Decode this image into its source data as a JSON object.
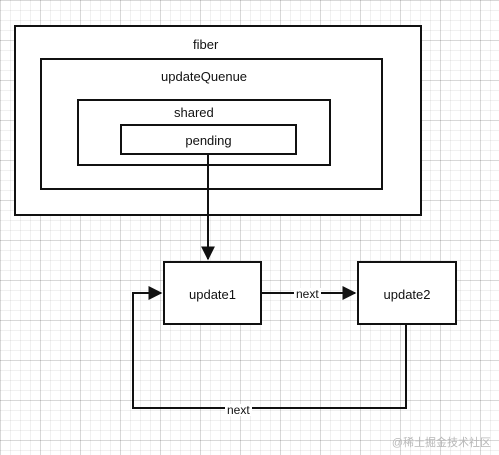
{
  "containers": {
    "fiber": "fiber",
    "update_queue": "updateQuenue",
    "shared": "shared",
    "pending": "pending"
  },
  "nodes": {
    "update1": "update1",
    "update2": "update2"
  },
  "edges": {
    "next_forward": "next",
    "next_back": "next"
  },
  "watermark": "@稀土掘金技术社区",
  "colors": {
    "stroke": "#111111",
    "grid": "#e6e6e6",
    "background": "#ffffff"
  }
}
